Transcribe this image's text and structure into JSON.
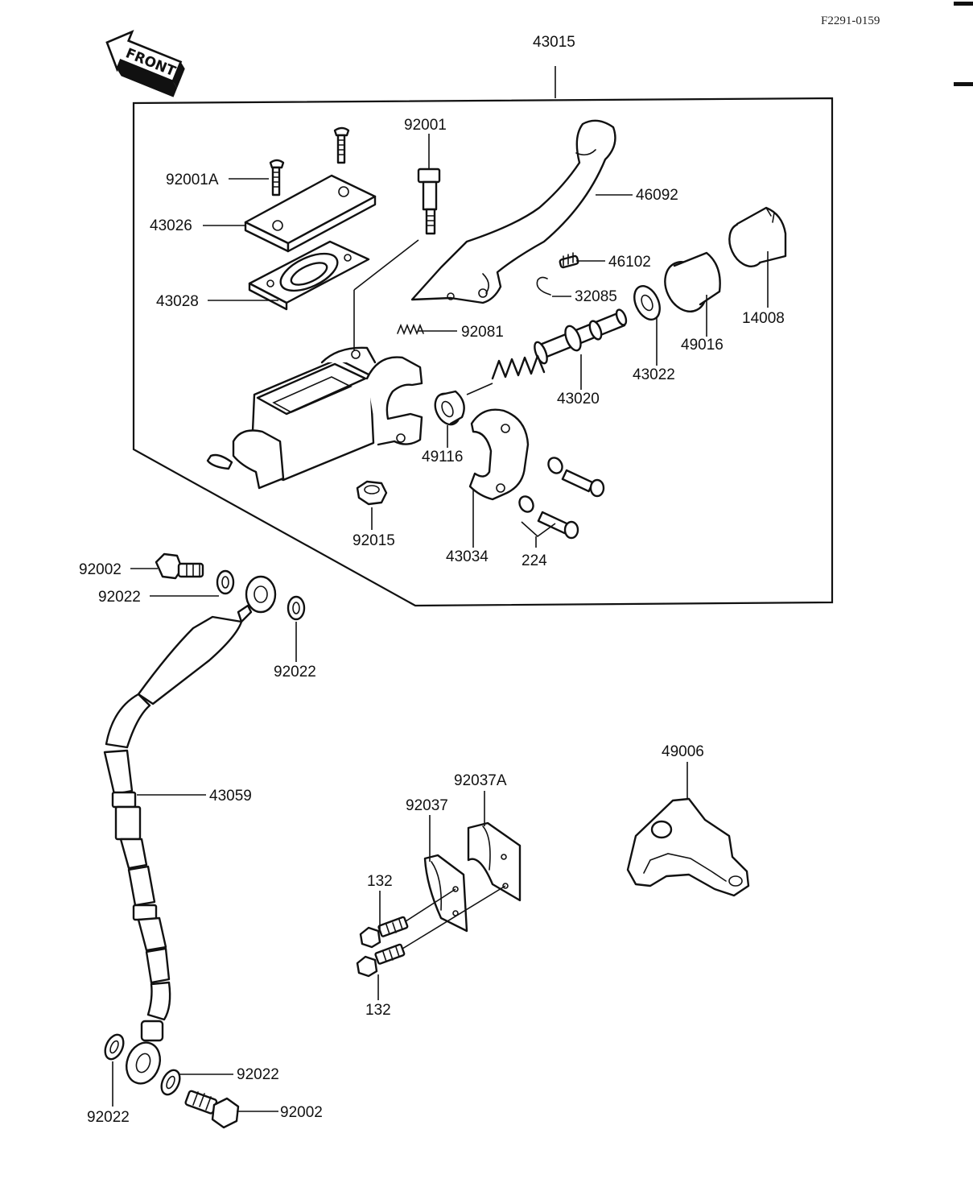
{
  "header": {
    "code": "F2291-0159",
    "direction": "FRONT"
  },
  "labels": {
    "l43015": "43015",
    "l92001": "92001",
    "l92001A": "92001A",
    "l43026": "43026",
    "l43028": "43028",
    "l46092": "46092",
    "l46102": "46102",
    "l32085": "32085",
    "l92081": "92081",
    "l14008": "14008",
    "l49016": "49016",
    "l43022": "43022",
    "l43020": "43020",
    "l49116": "49116",
    "l92015": "92015",
    "l43034": "43034",
    "l224": "224",
    "l92002a": "92002",
    "l92022a": "92022",
    "l92022b": "92022",
    "l43059": "43059",
    "l92022c": "92022",
    "l92022d": "92022",
    "l92002b": "92002",
    "l49006": "49006",
    "l92037A": "92037A",
    "l92037": "92037",
    "l132a": "132",
    "l132b": "132"
  }
}
